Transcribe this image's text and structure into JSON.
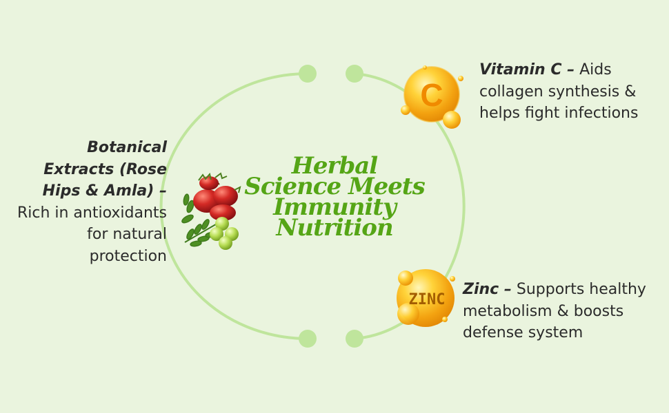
{
  "title": {
    "line1": "Herbal",
    "line2": "Science Meets",
    "line3": "Immunity",
    "line4": "Nutrition"
  },
  "callouts": {
    "botanical": {
      "heading": "Botanical Extracts (Rose Hips & Amla) –",
      "body": " Rich in antioxidants for natural protection"
    },
    "vitamin_c": {
      "heading": "Vitamin C –",
      "body": " Aids collagen synthesis & helps fight infections"
    },
    "zinc": {
      "heading": "Zinc –",
      "body": " Supports healthy metabolism & boosts defense system"
    }
  },
  "badges": {
    "vitamin_c_letter": "C",
    "zinc_label": "ZINC"
  },
  "colors": {
    "background": "#eaf4de",
    "ring": "#bfe59c",
    "title": "#55a516",
    "text": "#2b2b2b",
    "gold": "#f2a20c"
  }
}
